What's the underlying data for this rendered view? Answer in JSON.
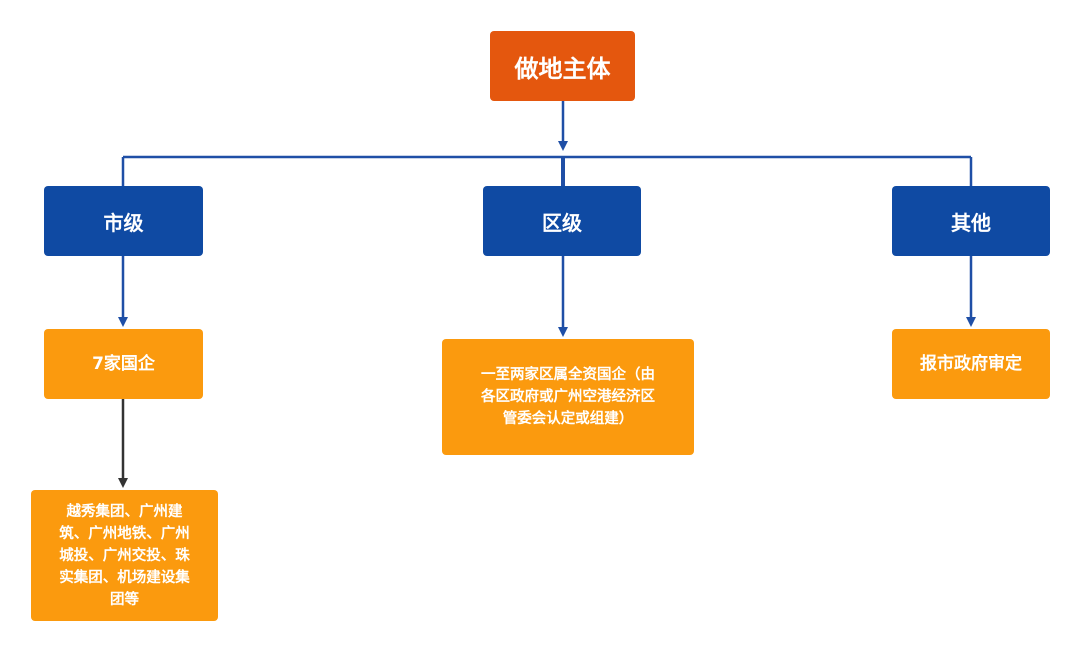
{
  "colors": {
    "root_bg": "#e4570e",
    "level_bg": "#0f4aa3",
    "leaf_bg": "#fb9a0e",
    "connector_blue": "#1f4fa6",
    "connector_dark": "#333333"
  },
  "root": {
    "label": "做地主体"
  },
  "levels": [
    {
      "label": "市级"
    },
    {
      "label": "区级"
    },
    {
      "label": "其他"
    }
  ],
  "leaves": {
    "city": "7家国企",
    "district": "一至两家区属全资国企（由\n各区政府或广州空港经济区\n管委会认定或组建）",
    "other": "报市政府审定"
  },
  "details": {
    "city": "越秀集团、广州建\n筑、广州地铁、广州\n城投、广州交投、珠\n实集团、机场建设集\n团等"
  }
}
